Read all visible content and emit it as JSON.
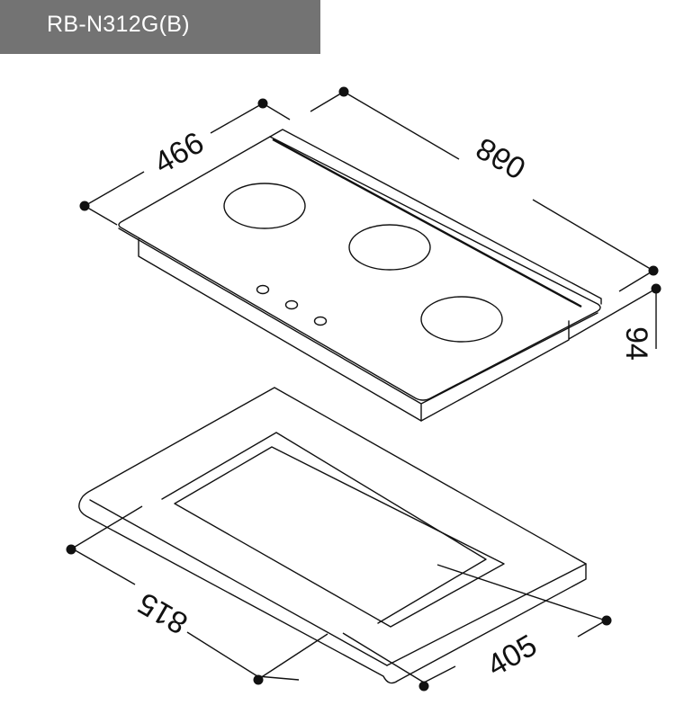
{
  "header": {
    "model_title": "RB-N312G(B)",
    "background_color": "#737373",
    "text_color": "#ffffff"
  },
  "drawing": {
    "subject": "built-in cooktop with 3 burners and 3 control knobs, plus countertop cutout",
    "line_color": "#111111",
    "burner_count": 3,
    "knob_count": 3
  },
  "dimensions": {
    "hob_depth": {
      "value": "466",
      "unit": "mm"
    },
    "hob_width": {
      "value": "860",
      "unit": "mm"
    },
    "hob_height": {
      "value": "94",
      "unit": "mm"
    },
    "cutout_width": {
      "value": "815",
      "unit": "mm"
    },
    "cutout_depth": {
      "value": "405",
      "unit": "mm"
    }
  }
}
